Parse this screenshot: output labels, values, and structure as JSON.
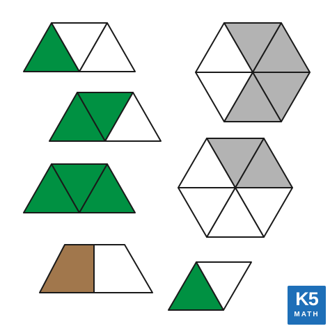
{
  "colors": {
    "green": "#009142",
    "gray": "#b3b3b3",
    "brown": "#a1774c",
    "white": "#ffffff",
    "outline": "#1a1a1a",
    "logo_bg": "#1e6fb8"
  },
  "logo": {
    "brand": "K5",
    "subtitle": "MATH"
  },
  "figures": [
    {
      "name": "trapezoid-one-third-shaded",
      "parts": 3,
      "shaded": 1,
      "fill": "green"
    },
    {
      "name": "trapezoid-two-thirds-shaded",
      "parts": 3,
      "shaded": 2,
      "fill": "green"
    },
    {
      "name": "trapezoid-fully-shaded",
      "parts": 3,
      "shaded": 3,
      "fill": "green"
    },
    {
      "name": "trapezoid-half-shaded",
      "parts": 2,
      "shaded": 1,
      "fill": "brown"
    },
    {
      "name": "rhombus-half-shaded",
      "parts": 2,
      "shaded": 1,
      "fill": "green"
    },
    {
      "name": "hexagon-four-sixths-shaded",
      "parts": 6,
      "shaded": 4,
      "fill": "gray"
    },
    {
      "name": "hexagon-two-sixths-shaded",
      "parts": 6,
      "shaded": 2,
      "fill": "gray"
    }
  ]
}
